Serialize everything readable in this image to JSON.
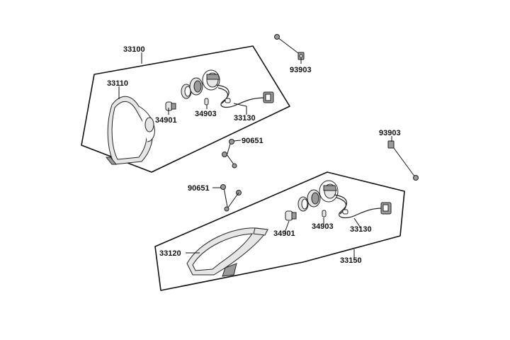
{
  "diagram": {
    "callouts": {
      "top_assembly": "33100",
      "top_lens": "33110",
      "top_bulb_main": "34901",
      "top_bulb_small": "34903",
      "top_socket_harness": "33130",
      "top_bolt_right": "93903",
      "mid_screw_a": "90651",
      "mid_screw_b": "90651",
      "right_bolt": "93903",
      "bottom_lens": "33120",
      "bottom_bulb_main": "34901",
      "bottom_bulb_small": "34903",
      "bottom_socket_harness": "33130",
      "bottom_assembly": "33150"
    }
  }
}
